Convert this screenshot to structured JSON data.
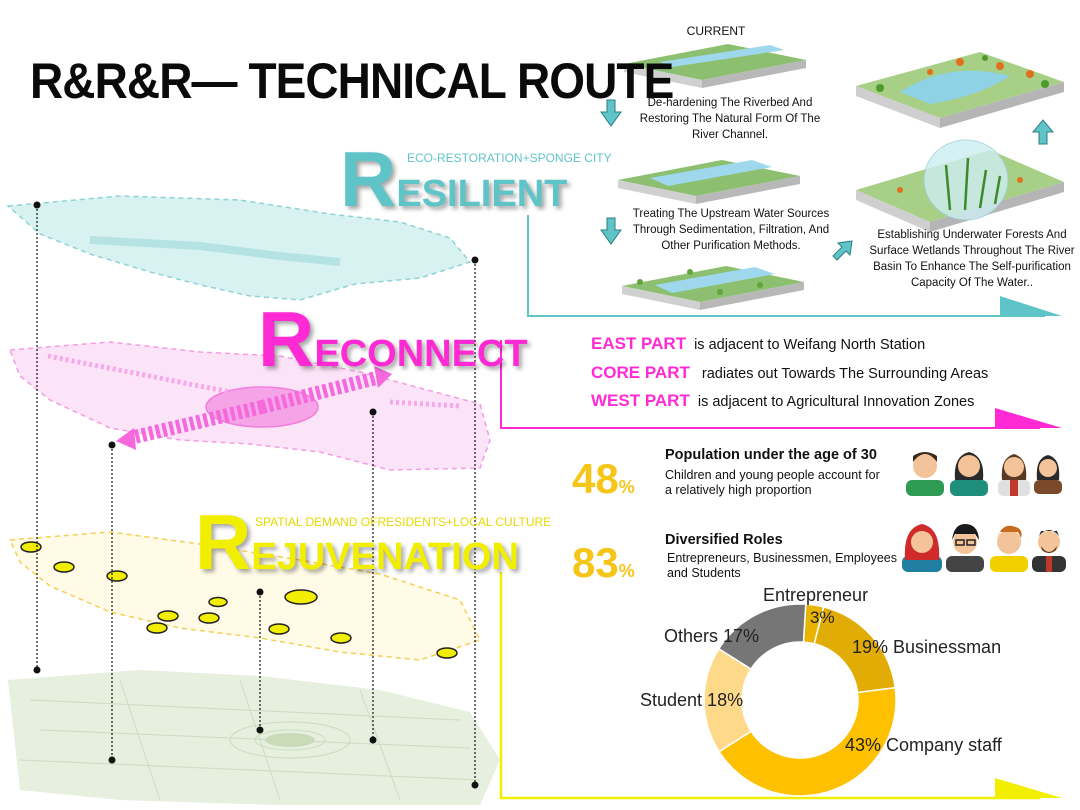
{
  "title": "R&R&R— TECHNICAL ROUTE",
  "resilient": {
    "cap": "R",
    "rest": "ESILIENT",
    "tag": "ECO-RESTORATION+SPONGE CITY",
    "current_label": "CURRENT",
    "step1": "De-hardening The Riverbed And Restoring The Natural Form Of The River Channel.",
    "step2": "Treating The Upstream Water Sources Through Sedimentation, Filtration, And Other Purification Methods.",
    "step3": "Establishing Underwater Forests And Surface Wetlands Throughout The River Basin To Enhance The Self-purification Capacity Of The Water..",
    "color": "#5fc4c8"
  },
  "reconnect": {
    "cap": "R",
    "rest": "ECONNECT",
    "color": "#ff2ad4",
    "parts": [
      {
        "key": "EAST PART",
        "desc": "is adjacent to Weifang North Station"
      },
      {
        "key": "CORE PART",
        "desc": "radiates out Towards The Surrounding Areas"
      },
      {
        "key": "WEST PART",
        "desc": "is adjacent to Agricultural Innovation Zones"
      }
    ]
  },
  "rejuvenation": {
    "cap": "R",
    "rest": "EJUVENATION",
    "tag": "SPATIAL DEMAND OFRESIDENTS+LOCAL CULTURE",
    "color": "#f2ee00",
    "stats": [
      {
        "num": "48",
        "sign": "%",
        "title": "Population under the age of 30",
        "desc": "Children and young people account for a relatively high proportion"
      },
      {
        "num": "83",
        "sign": "%",
        "title": "Diversified Roles",
        "desc": "Entrepreneurs, Businessmen, Employees and Students"
      }
    ]
  },
  "chart_data": {
    "type": "pie",
    "donut": true,
    "slices": [
      {
        "label": "Entrepreneur",
        "value": 3,
        "display": "3%",
        "color": "#e8b400"
      },
      {
        "label": "Businessman",
        "value": 19,
        "display": "19% Businessman",
        "color": "#e2ac06"
      },
      {
        "label": "Company staff",
        "value": 43,
        "display": "43%  Company staff",
        "color": "#ffc000"
      },
      {
        "label": "Student",
        "value": 18,
        "display": "Student 18%",
        "color": "#ffd98a"
      },
      {
        "label": "Others",
        "value": 17,
        "display": "Others 17%",
        "color": "#767676"
      }
    ]
  }
}
